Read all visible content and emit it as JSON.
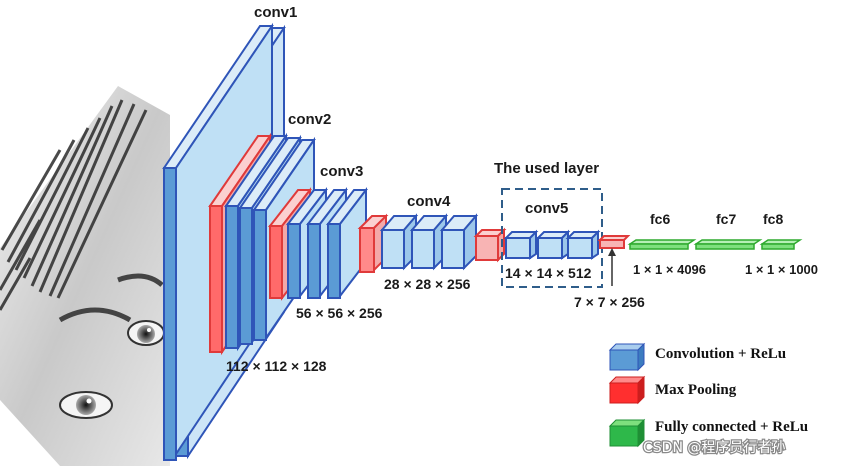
{
  "diagram": {
    "labels": {
      "conv1": "conv1",
      "conv2": "conv2",
      "conv3": "conv3",
      "conv4": "conv4",
      "conv5": "conv5",
      "fc6": "fc6",
      "fc7": "fc7",
      "fc8": "fc8",
      "used_layer": "The used layer"
    },
    "dims": {
      "d112": "112 × 112 × 128",
      "d56": "56 × 56 × 256",
      "d28": "28 × 28 × 256",
      "d14": "14 × 14 × 512",
      "d7": "7 × 7 × 256",
      "fc4096": "1 × 1 × 4096",
      "fc1000": "1 × 1 × 1000"
    }
  },
  "legend": {
    "items": [
      {
        "label": "Convolution + ReLu",
        "color": "#5b9bd5"
      },
      {
        "label": "Max Pooling",
        "color": "#ff2f2f"
      },
      {
        "label": "Fully connected + ReLu",
        "color": "#2eb84a"
      }
    ]
  },
  "watermark": "CSDN @程序员行者孙",
  "colors": {
    "conv_face": "#bfe0f5",
    "conv_edge": "#2f55b8",
    "pool_face": "#f4a8a8",
    "pool_edge": "#e03a3a",
    "fc_face": "#7ee07e",
    "fc_edge": "#2faa2f",
    "box_dash": "#2f5d8a"
  }
}
